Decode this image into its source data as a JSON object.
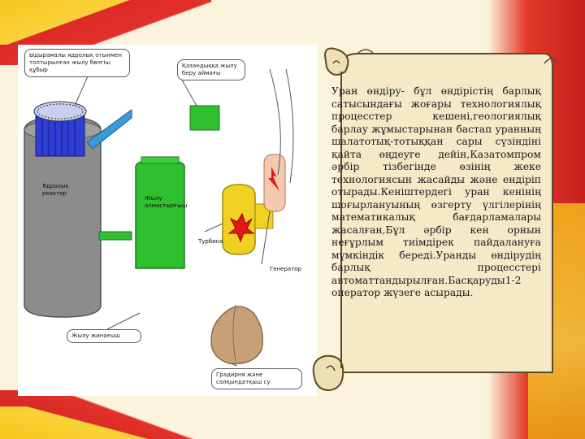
{
  "diagram": {
    "callouts": {
      "fuel_assembly": "Ыдырамалы ядролық отынмен толтырылған жылу бөлгіш құбыр",
      "cooling": "Қазандыққа жылу беру аймағы",
      "reactor": "Ядролық реактор",
      "heat_exchanger": "Жылу алмастырғыш",
      "turbine": "Турбина",
      "generator": "Генератор",
      "cooling_pool": "Жылу жинағыш",
      "cooling_tower": "Градирня және салқындатқыш су"
    }
  },
  "description": {
    "text": "Уран өндіру- бұл өндірістің барлық сатысындағы жоғары технологиялық процесстер кешені,геологиялық барлау жұмыстарынан бастап уранның шалатотық-тотыққан сары сүзіндіні қайта өңдеуге дейін,Казатомпром әрбір тізбегінде өзінің жеке технологиясын жасайды және ендіріп отырады.Кеніштердегі уран кенінің шоғырлануының өзгерту үлгілерінің математикалық бағдарламалары жасалған,Бұл әрбір кен орнын неғұрлым тиімдірек пайдалануға мүмкіндік береді.Уранды өндірудің барлық процесстері автоматтандырылған.Басқаруды1-2 оператор жүзеге асырады."
  },
  "colors": {
    "reactor": "#8c8c8c",
    "rods": "#2f3fd6",
    "exchanger": "#2fc02f",
    "turbine": "#f0d020",
    "tower": "#c8a078",
    "scroll": "#f5e9c8"
  }
}
